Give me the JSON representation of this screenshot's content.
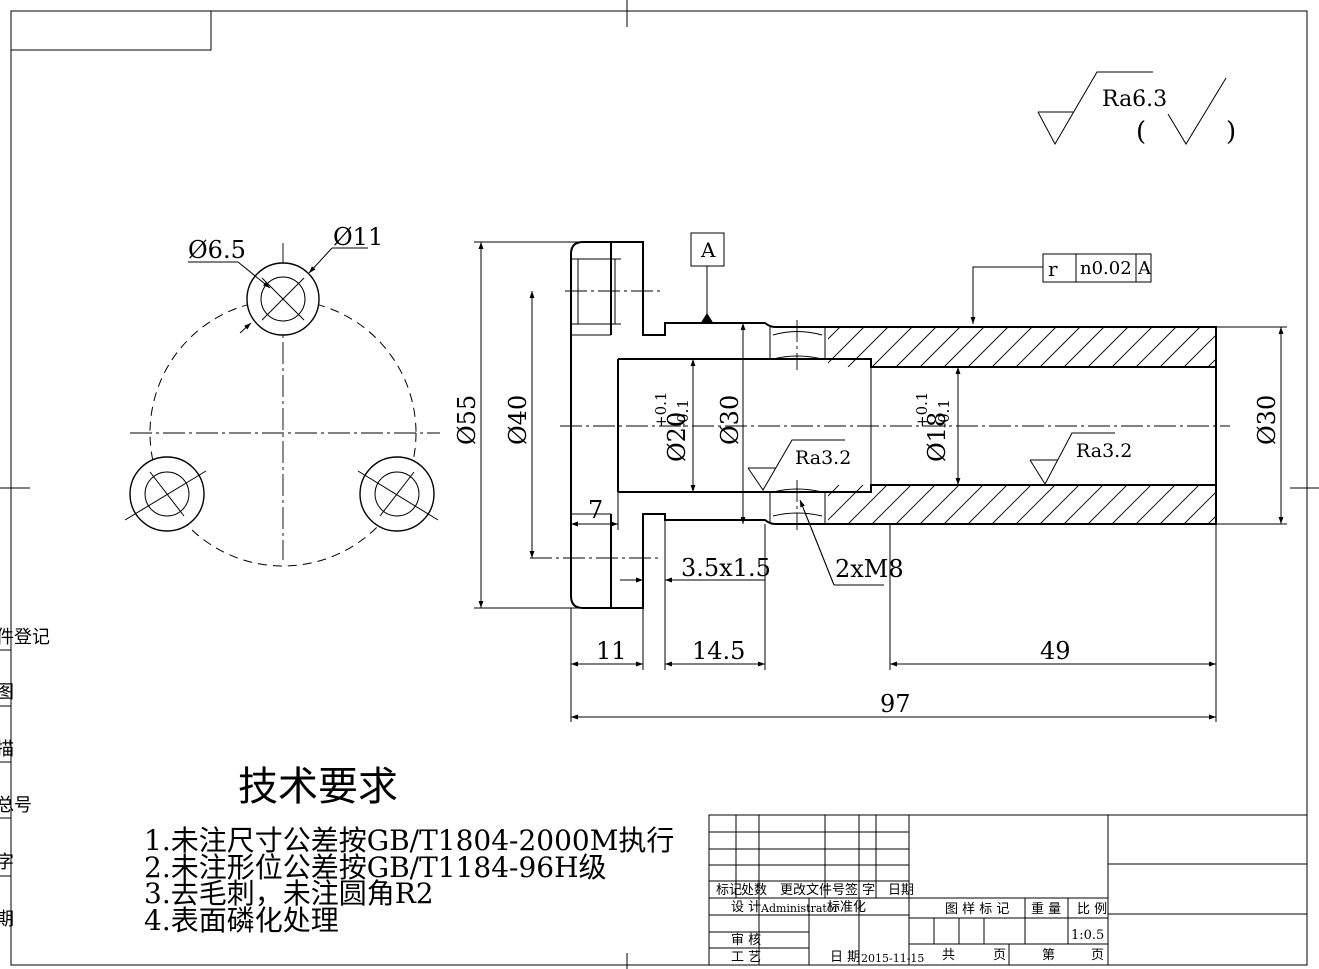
{
  "surface_finish": {
    "general": "Ra6.3",
    "paren_open": "(",
    "paren_close": ")",
    "bore_left": "Ra3.2",
    "bore_right": "Ra3.2"
  },
  "datum": {
    "label": "A"
  },
  "tolerance_frame": {
    "symbol": "r",
    "value": "n0.02",
    "datum": "A"
  },
  "end_view": {
    "hole_dia": "Ø6.5",
    "counterbore_dia": "Ø11"
  },
  "dimensions": {
    "d55": "Ø55",
    "d40": "Ø40",
    "d20": "Ø20",
    "d20_tol_upper": "+0.1",
    "d20_tol_lower": "-0.1",
    "d30_left": "Ø30",
    "d18": "Ø18",
    "d18_tol_upper": "+0.1",
    "d18_tol_lower": "-0.1",
    "d30_right": "Ø30",
    "len_7": "7",
    "groove": "3.5x1.5",
    "thread": "2xM8",
    "len_11": "11",
    "len_14_5": "14.5",
    "len_49": "49",
    "len_97": "97"
  },
  "tech_requirements": {
    "title": "技术要求",
    "items": [
      "1.未注尺寸公差按GB/T1804-2000M执行",
      "2.未注形位公差按GB/T1184-96H级",
      "3.去毛刺，未注圆角R2",
      "4.表面磷化处理"
    ]
  },
  "left_strip": [
    "件登记",
    "图",
    "描",
    "总号",
    "字",
    "期"
  ],
  "title_block": {
    "rev_headers": [
      "标记",
      "处数",
      "更改文件号",
      "签 字",
      "日期"
    ],
    "design_label": "设 计",
    "designer": "Administrator",
    "standard_label": "标准化",
    "review_label": "审 核",
    "process_label": "工 艺",
    "date_label": "日 期",
    "date_value": "2015-11-15",
    "marking_label": "图 样 标 记",
    "weight_label": "重 量",
    "scale_label": "比 例",
    "scale_value": "1:0.5",
    "total_label": "共",
    "page_label": "页",
    "sheet_label": "第",
    "page_label2": "页"
  }
}
